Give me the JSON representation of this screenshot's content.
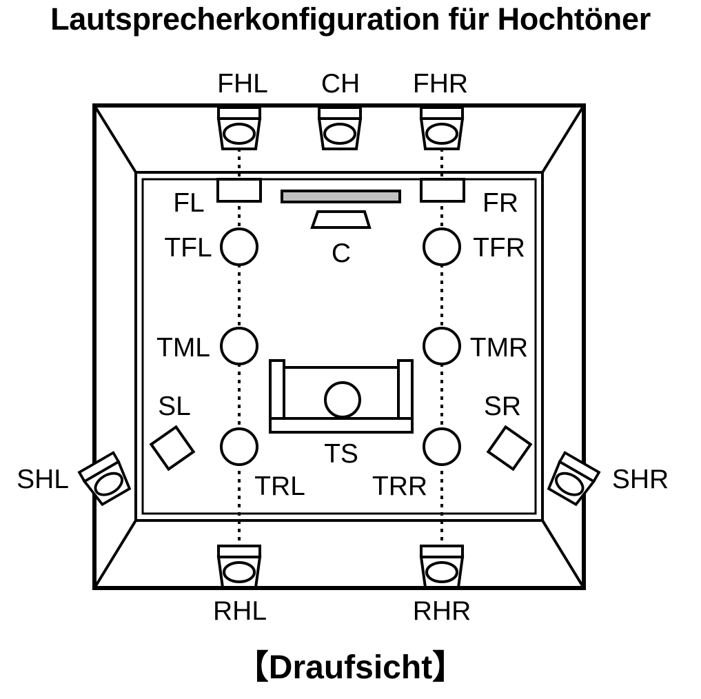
{
  "title": "Lautsprecherkonfiguration für Hochtöner",
  "caption": "【Draufsicht】",
  "labels": {
    "FHL": "FHL",
    "CH": "CH",
    "FHR": "FHR",
    "FL": "FL",
    "FR": "FR",
    "C": "C",
    "TFL": "TFL",
    "TFR": "TFR",
    "TML": "TML",
    "TMR": "TMR",
    "SL": "SL",
    "SR": "SR",
    "TS": "TS",
    "TRL": "TRL",
    "TRR": "TRR",
    "SHL": "SHL",
    "SHR": "SHR",
    "RHL": "RHL",
    "RHR": "RHR"
  },
  "colors": {
    "line": "#000000",
    "center_speaker_fill": "#c0c0c0"
  }
}
